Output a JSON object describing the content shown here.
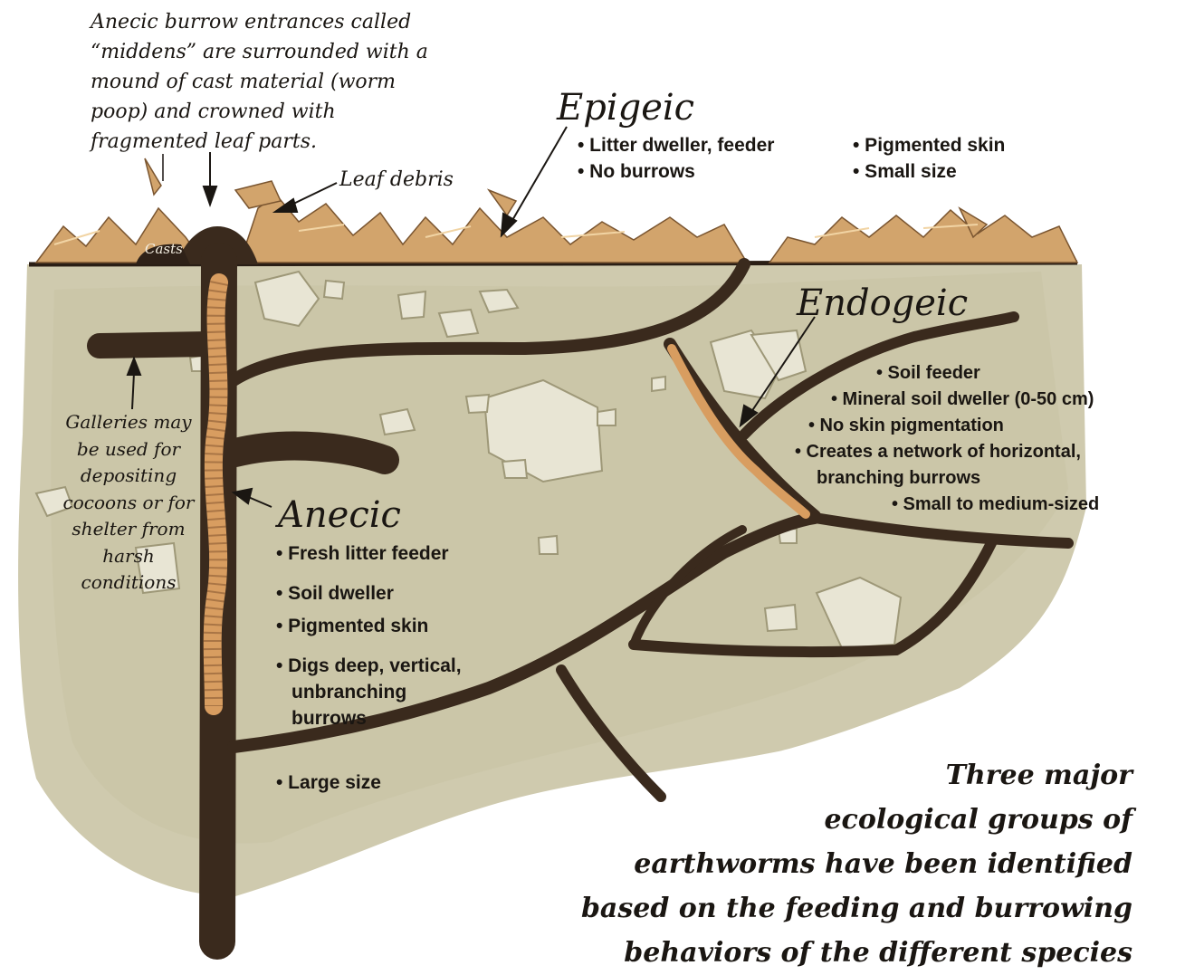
{
  "midden_note": [
    "Anecic burrow entrances called",
    "“middens” are surrounded with a",
    "mound of cast material (worm",
    "poop) and crowned with",
    "fragmented leaf parts."
  ],
  "leaf_debris_label": "Leaf debris",
  "casts_label": "Casts",
  "epigeic": {
    "title": "Epigeic",
    "col1": [
      "• Litter dweller, feeder",
      "• No burrows"
    ],
    "col2": [
      "• Pigmented skin",
      "• Small size"
    ]
  },
  "endogeic": {
    "title": "Endogeic",
    "items": [
      "• Soil feeder",
      "• Mineral soil dweller (0-50 cm)",
      "• No skin pigmentation",
      "• Creates a network of horizontal,",
      "branching burrows",
      "• Small to medium-sized"
    ]
  },
  "anecic": {
    "title": "Anecic",
    "items": [
      "• Fresh litter feeder",
      "• Soil dweller",
      "• Pigmented skin",
      "• Digs deep, vertical,",
      "unbranching",
      "burrows",
      "• Large size"
    ]
  },
  "galleries_note": [
    "Galleries may",
    "be used for",
    "depositing",
    "cocoons or for",
    "shelter from",
    "harsh",
    "conditions"
  ],
  "caption": [
    "Three major",
    "ecological groups of",
    "earthworms have been identified",
    "based on the feeding and burrowing",
    "behaviors of the different species"
  ],
  "colors": {
    "soil": "#cdc8ac",
    "soil_dark": "#bdb796",
    "burrow": "#3b2b1e",
    "worm": "#d79b5f",
    "leaf": "#c99a62",
    "rock": "#e9e6d6",
    "ink": "#1a1612"
  }
}
